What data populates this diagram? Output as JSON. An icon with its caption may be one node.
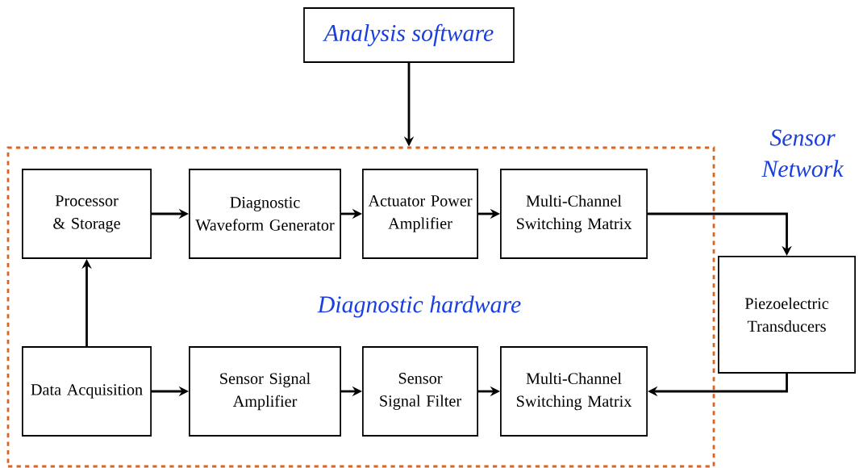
{
  "diagram": {
    "nodes": [
      {
        "text": [
          "Analysis software"
        ]
      },
      {
        "text": [
          "Diagnostic hardware"
        ]
      },
      {
        "text": [
          "Processor & Storage"
        ],
        "in": 1
      },
      {
        "text": [
          "Diagnostic Waveform Generator"
        ],
        "in": 1
      },
      {
        "text": [
          "Actuator Power Amplifier"
        ],
        "in": 1
      },
      {
        "text": [
          "Multi-Channel Switching Matrix"
        ],
        "in": 1
      },
      {
        "text": [
          "Data Acquisition"
        ],
        "in": 1
      },
      {
        "text": [
          "Sensor Signal Amplifier"
        ],
        "in": 1
      },
      {
        "text": [
          "Sensor Signal Filter"
        ],
        "in": 1
      },
      {
        "text": [
          "Multi-Channel Switching Matrix"
        ],
        "in": 1
      },
      {
        "text": [
          "Piezoelectric Transducers"
        ]
      }
    ],
    "edges": [
      {
        "from": 0,
        "to": 1,
        "arrow": "to"
      },
      {
        "from": 2,
        "to": 3,
        "arrow": "to"
      },
      {
        "from": 3,
        "to": 4,
        "arrow": "to"
      },
      {
        "from": 4,
        "to": 5,
        "arrow": "to"
      },
      {
        "from": 5,
        "to": 10,
        "arrow": "to"
      },
      {
        "from": 10,
        "to": 9,
        "arrow": "to"
      },
      {
        "from": 6,
        "to": 2,
        "arrow": "to"
      },
      {
        "from": 6,
        "to": 7,
        "arrow": "to"
      },
      {
        "from": 7,
        "to": 8,
        "arrow": "to"
      },
      {
        "from": 8,
        "to": 9,
        "arrow": "to"
      }
    ],
    "labels": [
      "Sensor Network"
    ]
  }
}
